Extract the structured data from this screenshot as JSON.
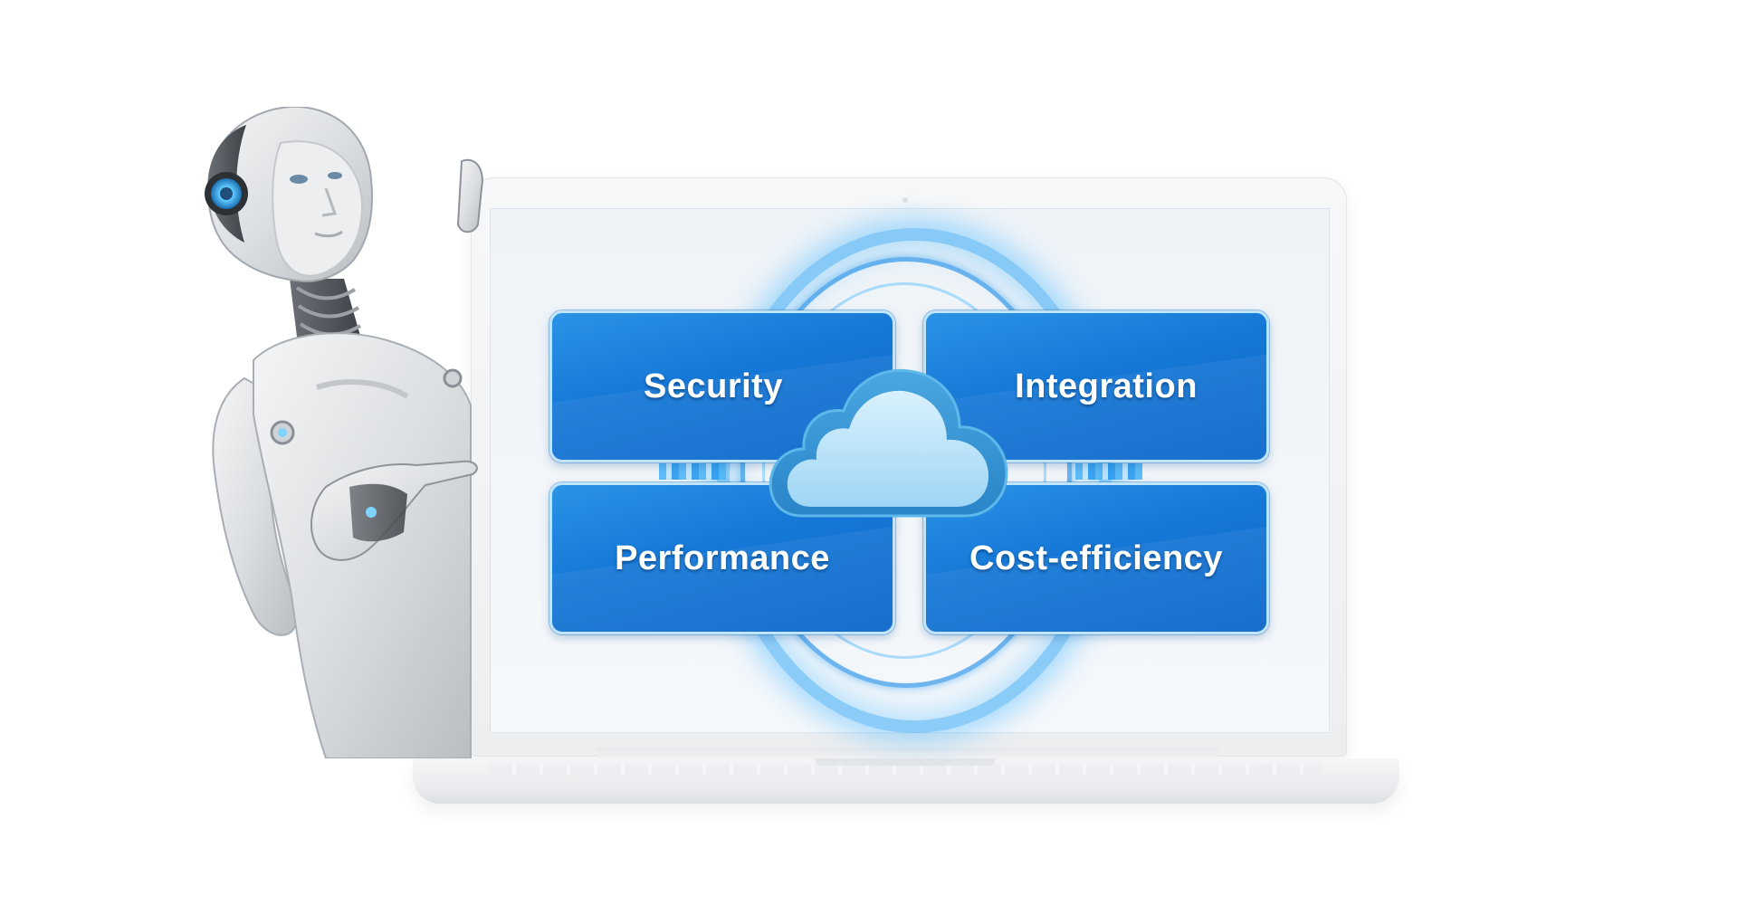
{
  "diagram": {
    "tiles": [
      {
        "id": "security",
        "label": "Security"
      },
      {
        "id": "integration",
        "label": "Integration"
      },
      {
        "id": "performance",
        "label": "Performance"
      },
      {
        "id": "cost_efficiency",
        "label": "Cost-efficiency"
      }
    ],
    "center_icon": "cloud-icon"
  },
  "illustration": {
    "figure": "robot-icon",
    "device": "laptop-icon"
  },
  "colors": {
    "tile_blue": "#1577d6",
    "tile_border": "#bfe4fb",
    "glow_blue": "#33a8f5",
    "cloud_light": "#bfe6fb",
    "background": "#ffffff"
  }
}
